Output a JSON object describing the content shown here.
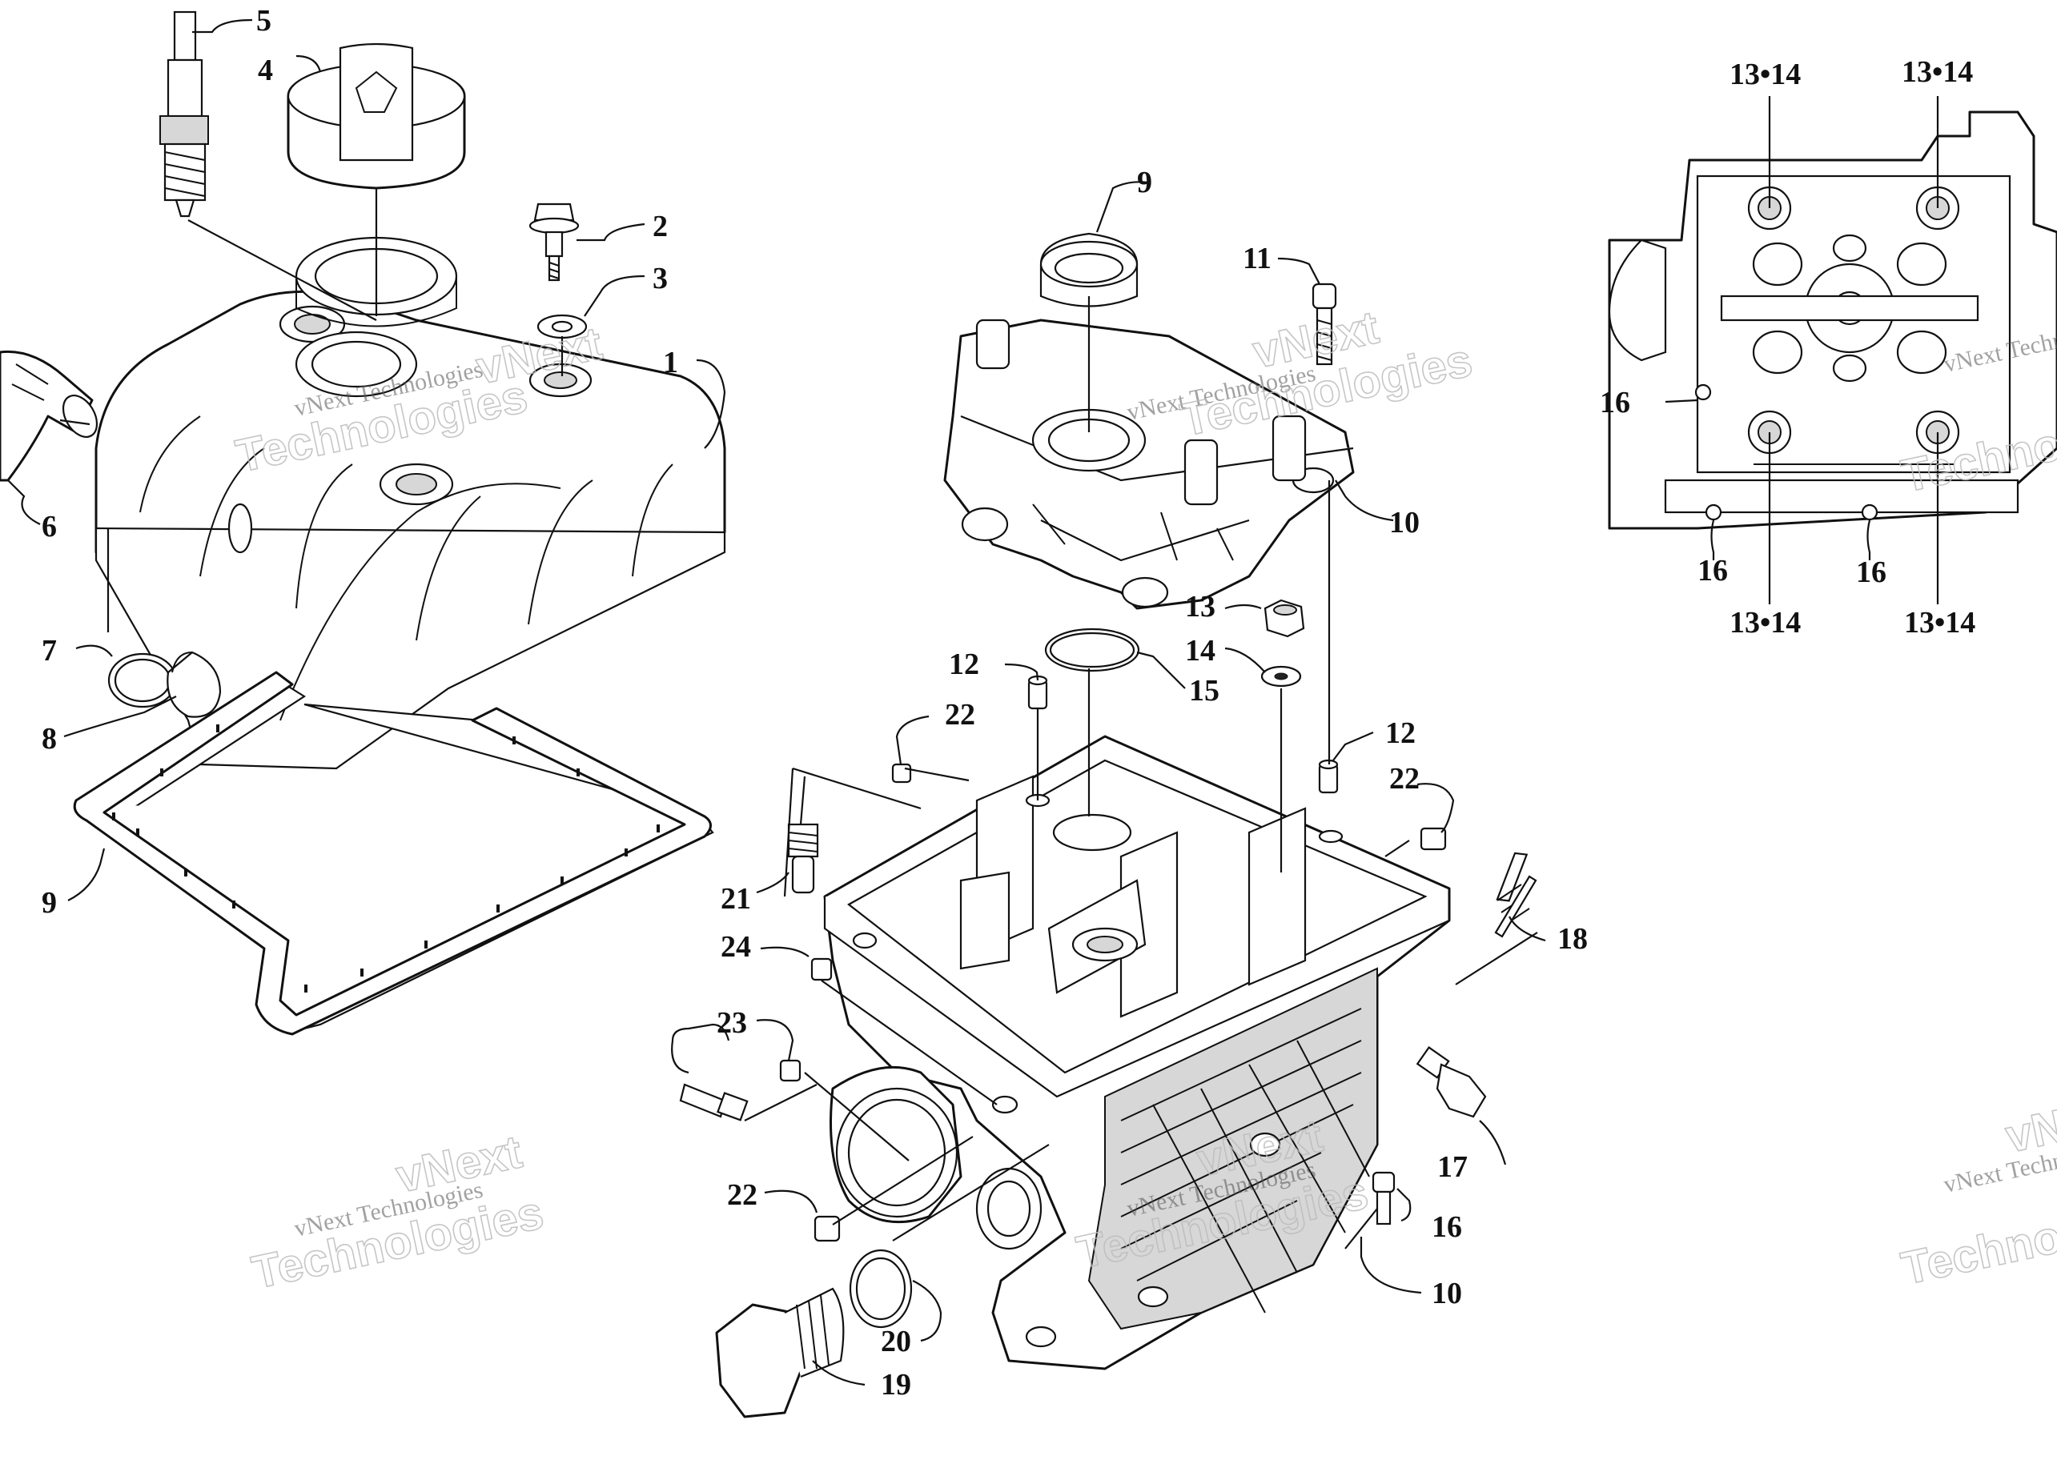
{
  "callouts": [
    {
      "id": "c5",
      "text": "5"
    },
    {
      "id": "c4",
      "text": "4"
    },
    {
      "id": "c2",
      "text": "2"
    },
    {
      "id": "c3",
      "text": "3"
    },
    {
      "id": "c1",
      "text": "1"
    },
    {
      "id": "c6",
      "text": "6"
    },
    {
      "id": "c7",
      "text": "7"
    },
    {
      "id": "c8",
      "text": "8"
    },
    {
      "id": "c9a",
      "text": "9"
    },
    {
      "id": "c9b",
      "text": "9"
    },
    {
      "id": "c11",
      "text": "11"
    },
    {
      "id": "c10a",
      "text": "10"
    },
    {
      "id": "c13",
      "text": "13"
    },
    {
      "id": "c14",
      "text": "14"
    },
    {
      "id": "c15",
      "text": "15"
    },
    {
      "id": "c12a",
      "text": "12"
    },
    {
      "id": "c12b",
      "text": "12"
    },
    {
      "id": "c22a",
      "text": "22"
    },
    {
      "id": "c22b",
      "text": "22"
    },
    {
      "id": "c21",
      "text": "21"
    },
    {
      "id": "c24",
      "text": "24"
    },
    {
      "id": "c18",
      "text": "18"
    },
    {
      "id": "c23",
      "text": "23"
    },
    {
      "id": "c17",
      "text": "17"
    },
    {
      "id": "c22c",
      "text": "22"
    },
    {
      "id": "c16a",
      "text": "16"
    },
    {
      "id": "c10b",
      "text": "10"
    },
    {
      "id": "c20",
      "text": "20"
    },
    {
      "id": "c19",
      "text": "19"
    },
    {
      "id": "c1314a",
      "text": "13•14"
    },
    {
      "id": "c1314b",
      "text": "13•14"
    },
    {
      "id": "c1314c",
      "text": "13•14"
    },
    {
      "id": "c1314d",
      "text": "13•14"
    },
    {
      "id": "c16b",
      "text": "16"
    },
    {
      "id": "c16c",
      "text": "16"
    },
    {
      "id": "c16d",
      "text": "16"
    }
  ],
  "watermark": {
    "line1": "vNext Technologies",
    "line2": "vNext",
    "line3": "Technologies"
  }
}
